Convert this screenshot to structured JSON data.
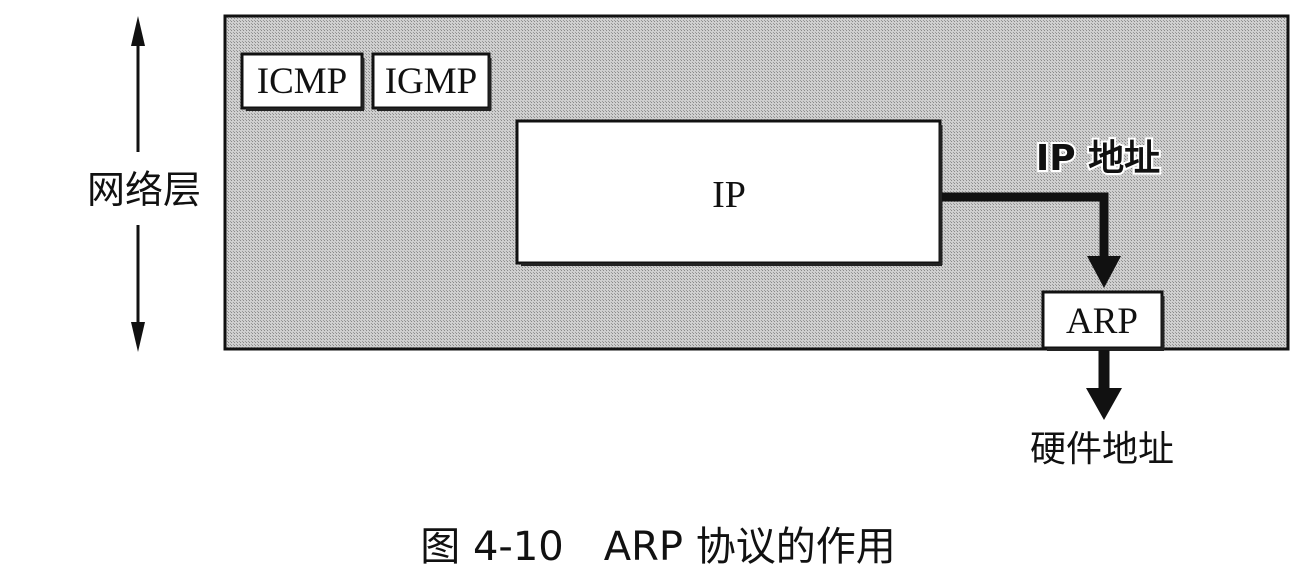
{
  "diagram": {
    "layer_label": "网络层",
    "protocols": {
      "icmp": "ICMP",
      "igmp": "IGMP",
      "ip": "IP",
      "arp": "ARP"
    },
    "ip_address_label": "IP 地址",
    "hardware_address_label": "硬件地址",
    "caption": "图 4-10　ARP 协议的作用"
  },
  "colors": {
    "layer_fill": "#c4c4c4",
    "box_fill": "#ffffff",
    "stroke": "#111111"
  }
}
